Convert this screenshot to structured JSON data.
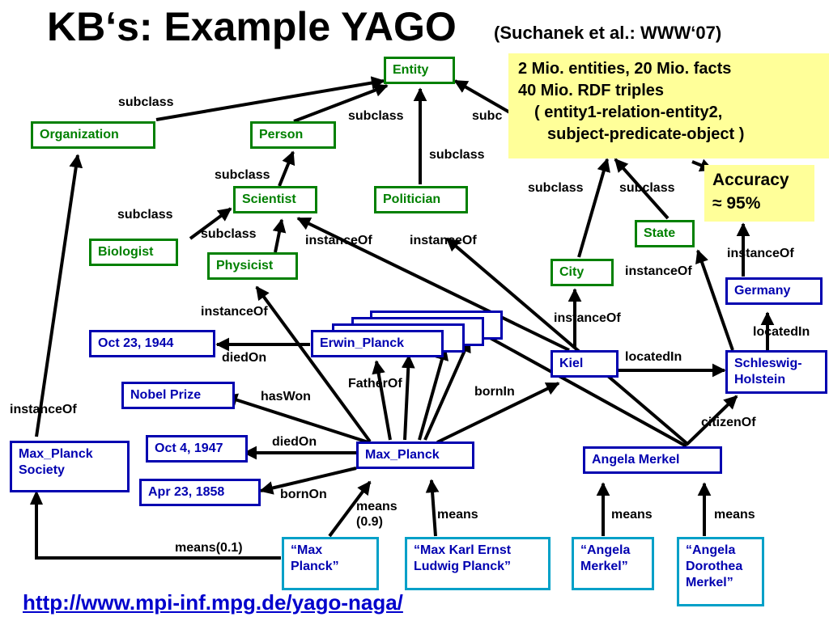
{
  "title": "KB‘s: Example YAGO",
  "subtitle": "(Suchanek et al.: WWW‘07)",
  "url": "http://www.mpi-inf.mpg.de/yago-naga/",
  "stats": {
    "line1": "2 Mio. entities, 20 Mio. facts",
    "line2": "40 Mio. RDF triples",
    "line3": "( entity1-relation-entity2,",
    "line4": "subject-predicate-object )"
  },
  "accuracy": {
    "label": "Accuracy",
    "value": "≈ 95%"
  },
  "nodes": {
    "entity": "Entity",
    "organization": "Organization",
    "person": "Person",
    "scientist": "Scientist",
    "politician": "Politician",
    "biologist": "Biologist",
    "physicist": "Physicist",
    "state": "State",
    "city": "City",
    "germany": "Germany",
    "kiel": "Kiel",
    "schleswig": "Schleswig-Holstein",
    "oct1944": "Oct 23, 1944",
    "erwin": "Erwin_Planck",
    "nobel": "Nobel Prize",
    "oct1947": "Oct 4, 1947",
    "max_planck": "Max_Planck",
    "apr1858": "Apr 23, 1858",
    "society": "Max_Planck Society",
    "merkel": "Angela Merkel",
    "alias_max": "“Max Planck”",
    "alias_max_full": "“Max Karl Ernst Ludwig Planck”",
    "alias_angela": "“Angela Merkel”",
    "alias_angela_full": "“Angela Dorothea Merkel”"
  },
  "labels": {
    "subclass": "subclass",
    "subclass_partial": "subc",
    "instanceOf": "instanceOf",
    "diedOn": "diedOn",
    "hasWon": "hasWon",
    "fatherOf": "FatherOf",
    "bornIn": "bornIn",
    "bornOn": "bornOn",
    "locatedIn": "locatedIn",
    "citizenOf": "citizenOf",
    "means": "means",
    "means_09": "means\n(0.9)",
    "means_01": "means(0.1)"
  }
}
